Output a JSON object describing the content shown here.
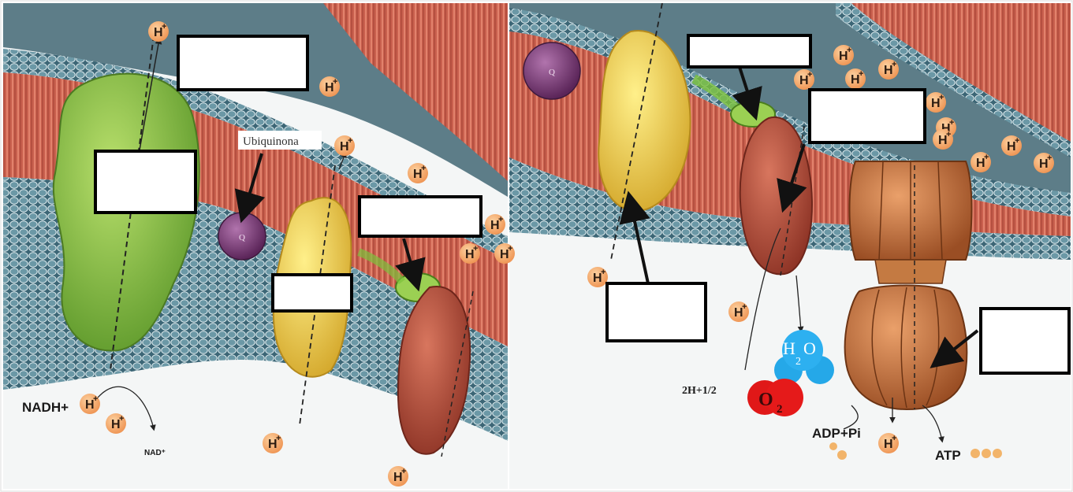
{
  "labels": {
    "ubiquinona": "Ubiquinona",
    "nadh": "NADH+",
    "nad": "NAD⁺",
    "q": "Q",
    "h": "H",
    "plus": "+",
    "two_h": "2H+1/2",
    "h2o_h": "H",
    "h2o_2": "2",
    "h2o_o": "O",
    "o2_o": "O",
    "o2_2": "2",
    "adp": "ADP+Pi",
    "atp": "ATP"
  },
  "colors": {
    "complex_I": "#8fc44a",
    "complex_II": "#f0d54a",
    "cytochrome_c": "#7cc23c",
    "complex_IV": "#b54a38",
    "atp_synthase": "#c7743f",
    "ubiquinone": "#7b3b78",
    "proton": "#f2a45a",
    "water": "#25a8e8",
    "oxygen": "#e01818",
    "lipid_tails": "#d46a55",
    "lipid_heads": "#4e7f90",
    "matrix_bg": "#4f6f7c"
  },
  "blank_boxes": [
    "blank-label-1",
    "blank-label-2",
    "blank-label-3",
    "blank-label-4",
    "blank-label-5",
    "blank-label-6",
    "blank-label-7",
    "blank-label-8"
  ]
}
